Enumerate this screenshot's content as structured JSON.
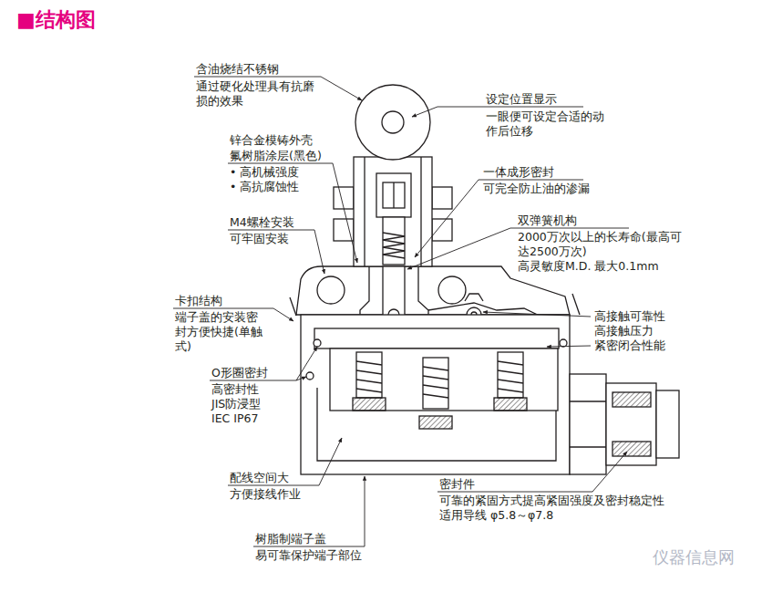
{
  "diagram": {
    "title": "■结构图",
    "labels": [
      "含油烧结不锈钢",
      "通过硬化处理具有抗磨损的效果",
      "设定位置显示",
      "一眼便可设定合适的动作后位移",
      "锌合金模铸外壳",
      "氟树脂涂层(黑色)",
      "• 高机械强度",
      "• 高抗腐蚀性",
      "一体成形密封",
      "可完全防止油的渗漏",
      "M4螺栓安装",
      "可牢固安装",
      "双弹簧机构",
      "2000万次以上的长寿命(最高可达2500万次)",
      "高灵敏度M.D. 最大0.1mm",
      "卡扣结构",
      "端子盖的安装密封方便快捷(单触式)",
      "高接触可靠性",
      "高接触压力",
      "紧密闭合性能",
      "O形圈密封",
      "高密封性",
      "JIS防浸型",
      "IEC IP67",
      "配线空间大",
      "方便接线作业",
      "密封件",
      "可靠的紧固方式提高紧固强度及密封稳定性",
      "适用导线 φ5.8～φ7.8",
      "树脂制端子盖",
      "易可靠保护端子部位",
      "仪器信息网"
    ]
  }
}
